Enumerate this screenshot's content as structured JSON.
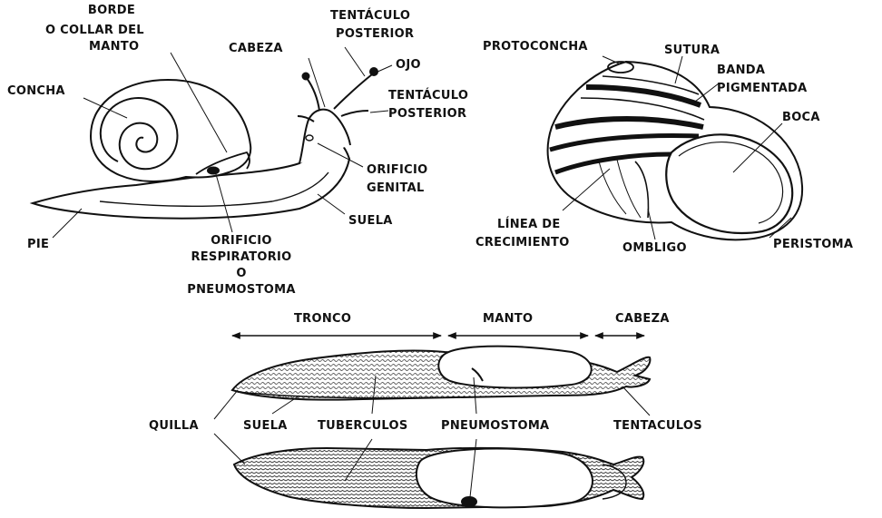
{
  "colors": {
    "ink": "#111111",
    "paper": "#ffffff"
  },
  "snail": {
    "borde": "BORDE",
    "collar": "O COLLAR DEL",
    "manto": "MANTO",
    "concha": "CONCHA",
    "cabeza": "CABEZA",
    "tentaculo_1": "TENTÁCULO",
    "posterior_1": "POSTERIOR",
    "ojo": "OJO",
    "tentaculo_2": "TENTÁCULO",
    "posterior_2": "POSTERIOR",
    "orificio_genital_1": "ORIFICIO",
    "orificio_genital_2": "GENITAL",
    "suela": "SUELA",
    "pie": "PIE",
    "orificio_resp_1": "ORIFICIO",
    "orificio_resp_2": "RESPIRATORIO",
    "orificio_resp_3": "O",
    "orificio_resp_4": "PNEUMOSTOMA"
  },
  "shell": {
    "protoconcha": "PROTOCONCHA",
    "sutura": "SUTURA",
    "banda_1": "BANDA",
    "banda_2": "PIGMENTADA",
    "boca": "BOCA",
    "linea_1": "LÍNEA DE",
    "linea_2": "CRECIMIENTO",
    "ombligo": "OMBLIGO",
    "peristoma": "PERISTOMA"
  },
  "slug": {
    "tronco": "TRONCO",
    "manto": "MANTO",
    "cabeza": "CABEZA",
    "quilla": "QUILLA",
    "suela": "SUELA",
    "tuberculos": "TUBERCULOS",
    "pneumostoma": "PNEUMOSTOMA",
    "tentaculos": "TENTACULOS"
  }
}
